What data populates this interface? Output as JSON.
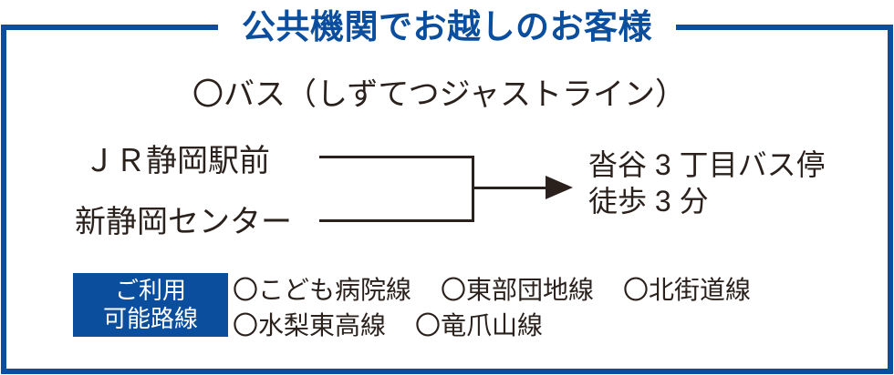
{
  "colors": {
    "accent_blue": "#0b4e9e",
    "text_dark": "#2a211d",
    "background": "#ffffff"
  },
  "header": {
    "title": "公共機関でお越しのお客様"
  },
  "transport": {
    "mode_heading": "〇バス（しずてつジャストライン）"
  },
  "route_map": {
    "origins": [
      "ＪＲ静岡駅前",
      "新静岡センター"
    ],
    "destination": {
      "stop": "沓谷 3 丁目バス停",
      "walk": "徒歩 3 分"
    }
  },
  "available_lines": {
    "label_line1": "ご利用",
    "label_line2": "可能路線",
    "rows": [
      [
        "〇こども病院線",
        "〇東部団地線",
        "〇北街道線"
      ],
      [
        "〇水梨東高線",
        "〇竜爪山線"
      ]
    ]
  }
}
